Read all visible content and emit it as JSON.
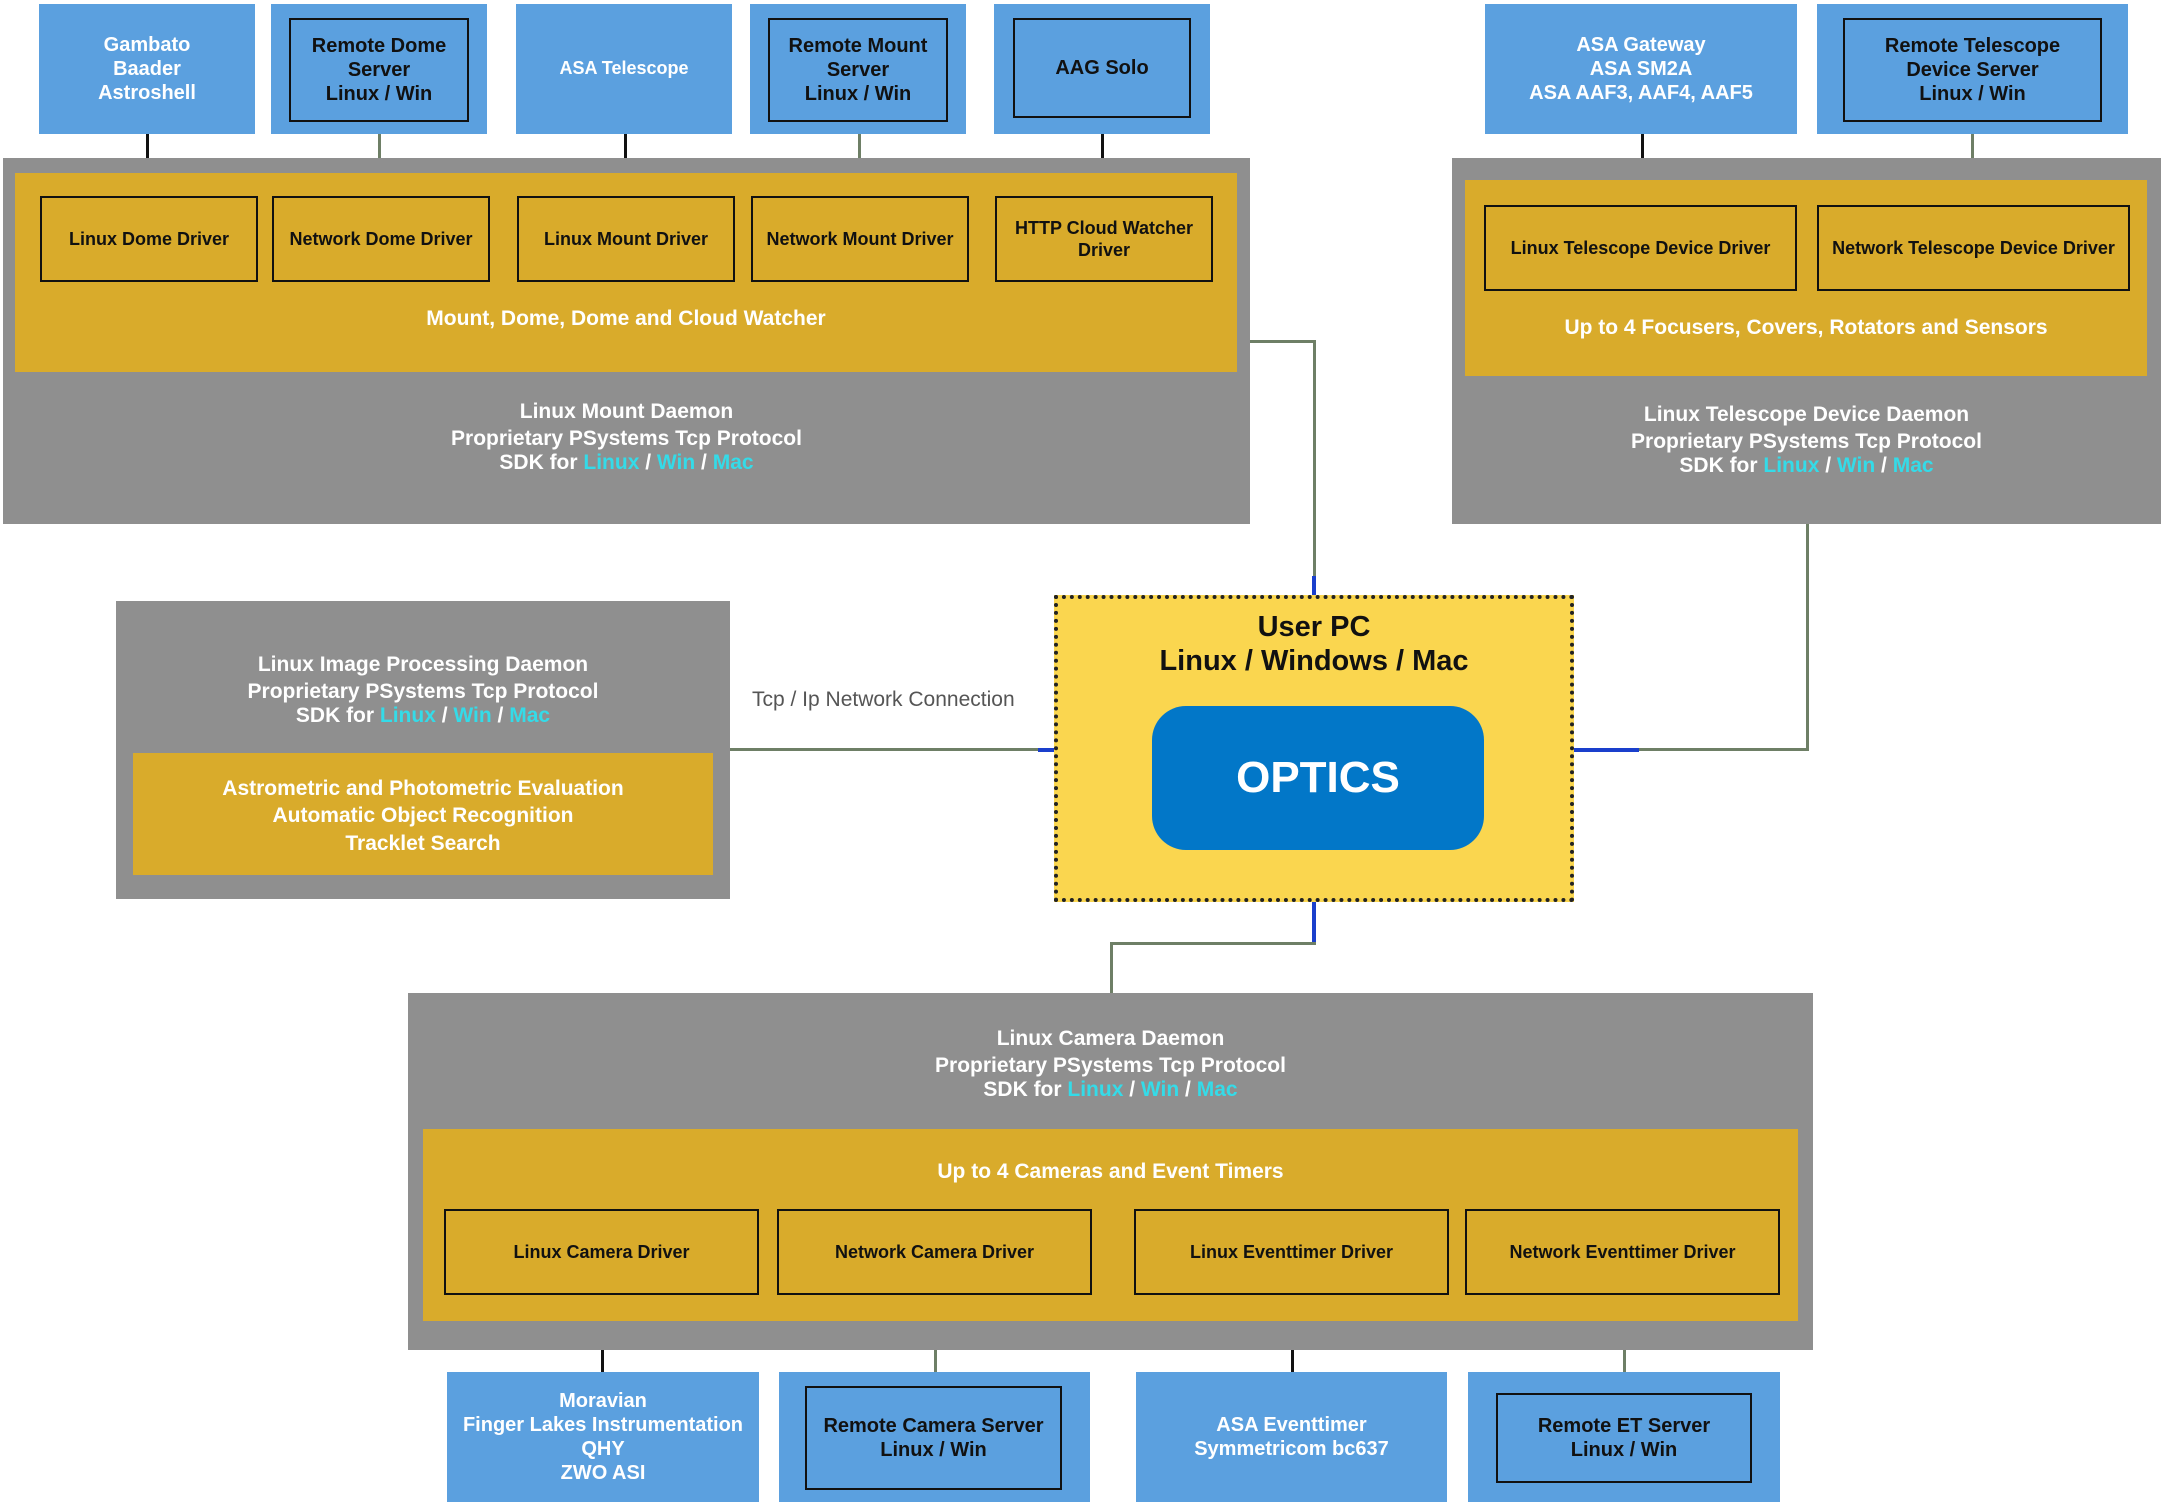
{
  "top_devices": {
    "gambato": "Gambato\nBaader\nAstroshell",
    "remote_dome": "Remote Dome\nServer\nLinux / Win",
    "asa_telescope": "ASA Telescope",
    "remote_mount": "Remote Mount\nServer\nLinux / Win",
    "aag_solo": "AAG Solo",
    "asa_gateway": "ASA Gateway\nASA SM2A\nASA AAF3, AAF4, AAF5",
    "remote_telescope": "Remote Telescope\nDevice Server\nLinux / Win"
  },
  "mount_daemon": {
    "drivers": [
      "Linux Dome Driver",
      "Network Dome Driver",
      "Linux Mount Driver",
      "Network Mount Driver",
      "HTTP Cloud Watcher\nDriver"
    ],
    "group_label": "Mount, Dome, Dome and Cloud Watcher",
    "title": "Linux Mount Daemon\nProprietary PSystems Tcp Protocol",
    "sdk_prefix": "SDK for ",
    "sdk_linux": "Linux",
    "sdk_sep1": " / ",
    "sdk_win": "Win",
    "sdk_sep2": " / ",
    "sdk_mac": "Mac"
  },
  "telescope_daemon": {
    "drivers": [
      "Linux Telescope Device Driver",
      "Network Telescope Device Driver"
    ],
    "group_label": "Up to 4 Focusers, Covers, Rotators and Sensors",
    "title": "Linux Telescope Device Daemon\nProprietary PSystems Tcp Protocol",
    "sdk_prefix": "SDK for ",
    "sdk_linux": "Linux",
    "sdk_sep1": " / ",
    "sdk_win": "Win",
    "sdk_sep2": " / ",
    "sdk_mac": "Mac"
  },
  "image_daemon": {
    "title": "Linux Image Processing Daemon\nProprietary PSystems Tcp Protocol",
    "sdk_prefix": "SDK for ",
    "sdk_linux": "Linux",
    "sdk_sep1": " / ",
    "sdk_win": "Win",
    "sdk_sep2": " / ",
    "sdk_mac": "Mac",
    "features": "Astrometric and Photometric Evaluation\nAutomatic Object Recognition\nTracklet Search"
  },
  "network_label": "Tcp / Ip Network Connection",
  "user_pc": {
    "title": "User PC\nLinux / Windows / Mac",
    "app": "OPTICS"
  },
  "camera_daemon": {
    "title": "Linux Camera Daemon\nProprietary PSystems Tcp Protocol",
    "sdk_prefix": "SDK for ",
    "sdk_linux": "Linux",
    "sdk_sep1": " / ",
    "sdk_win": "Win",
    "sdk_sep2": " / ",
    "sdk_mac": "Mac",
    "group_label": "Up to 4 Cameras and Event Timers",
    "drivers": [
      "Linux Camera Driver",
      "Network Camera Driver",
      "Linux Eventtimer Driver",
      "Network Eventtimer Driver"
    ]
  },
  "bottom_devices": {
    "moravian": "Moravian\nFinger Lakes Instrumentation\nQHY\nZWO ASI",
    "remote_camera": "Remote Camera Server\nLinux / Win",
    "asa_eventtimer": "ASA Eventtimer\nSymmetricom bc637",
    "remote_et": "Remote ET Server\nLinux / Win"
  },
  "colors": {
    "device_blue": "#5ba0df",
    "daemon_gray": "#8f8f8f",
    "group_gold": "#d9ab2b",
    "user_pc_yellow": "#fad64f",
    "optics_blue": "#0277c8",
    "sdk_cyan": "#34dbe8"
  }
}
